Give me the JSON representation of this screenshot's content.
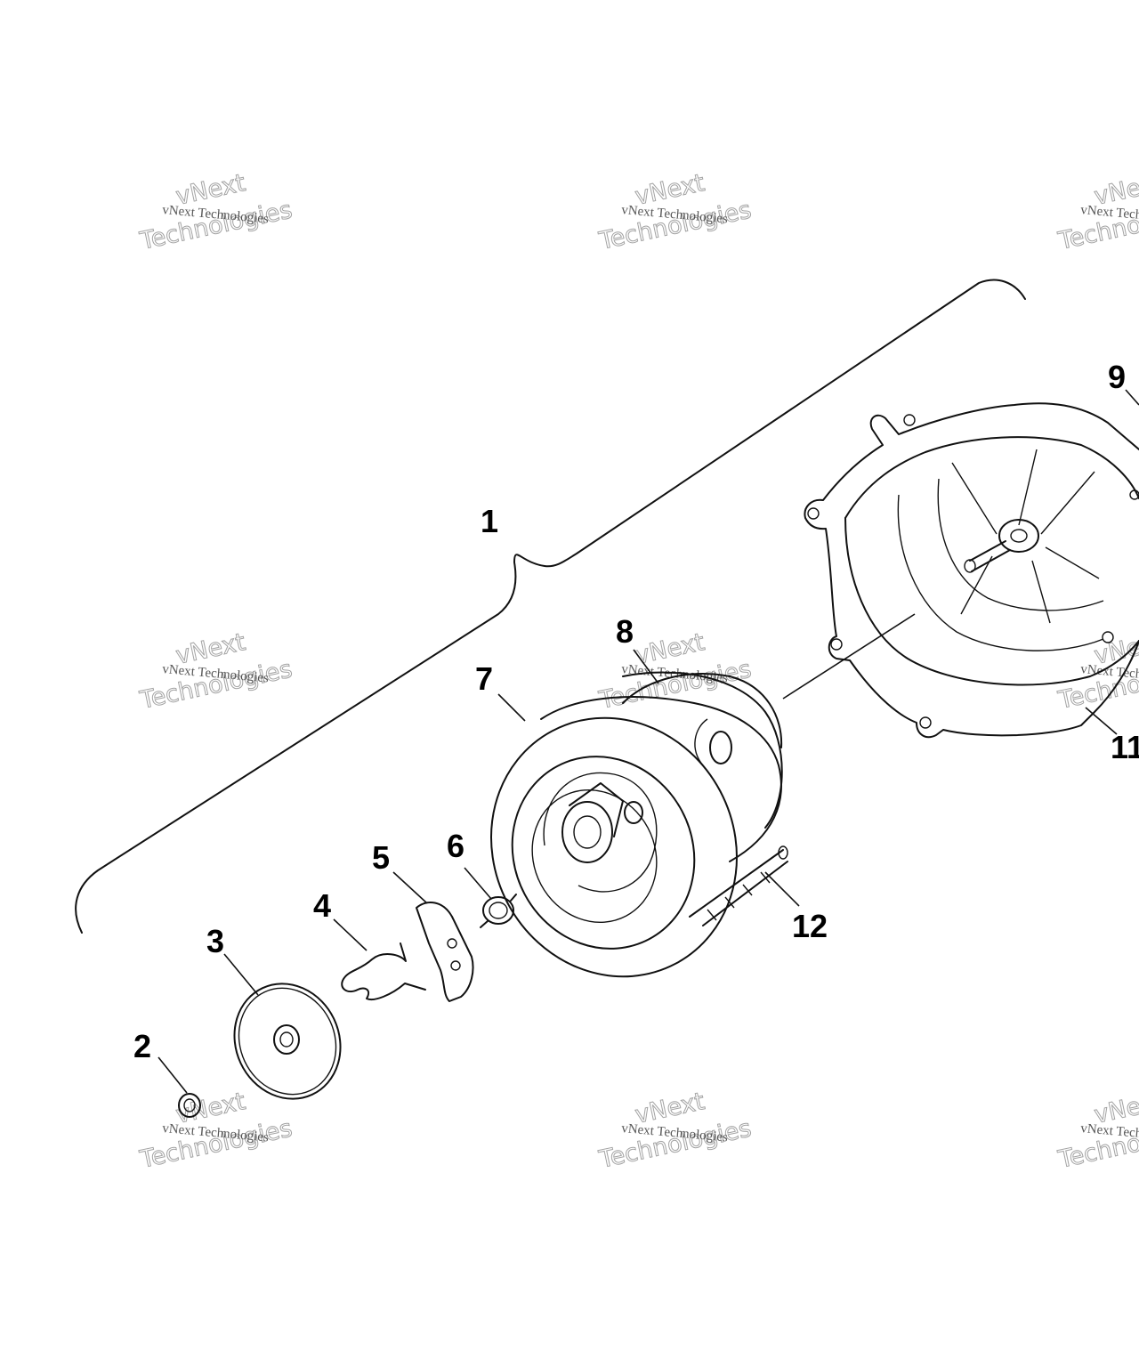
{
  "callouts": [
    {
      "id": "1",
      "label": "1"
    },
    {
      "id": "2",
      "label": "2"
    },
    {
      "id": "3",
      "label": "3"
    },
    {
      "id": "4",
      "label": "4"
    },
    {
      "id": "5",
      "label": "5"
    },
    {
      "id": "6",
      "label": "6"
    },
    {
      "id": "7",
      "label": "7"
    },
    {
      "id": "8",
      "label": "8"
    },
    {
      "id": "9",
      "label": "9"
    },
    {
      "id": "11",
      "label": "11"
    },
    {
      "id": "12",
      "label": "12"
    }
  ],
  "watermark": {
    "line1": "vNext Technologies",
    "brand_a": "vNext",
    "brand_b": "Technologies"
  }
}
